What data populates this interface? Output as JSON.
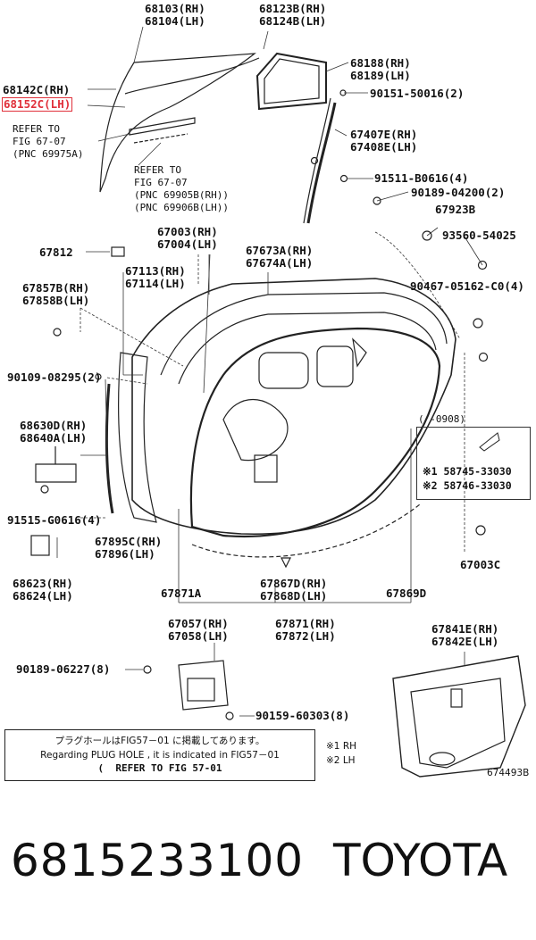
{
  "diagram": {
    "labels": {
      "l68103": "68103(RH)\n68104(LH)",
      "l68123": "68123B(RH)\n68124B(LH)",
      "l68142": "68142C(RH)",
      "l68152": "68152C(LH)",
      "refer1": "REFER TO\nFIG 67-07\n(PNC 69975A)",
      "l68188": "68188(RH)\n68189(LH)",
      "l90151": "90151-50016(2)",
      "l67407": "67407E(RH)\n67408E(LH)",
      "refer2": "REFER TO\nFIG 67-07\n(PNC 69905B(RH))\n(PNC 69906B(LH))",
      "l91511": "91511-B0616(4)",
      "l90189a": "90189-04200(2)",
      "l67923": "67923B",
      "l67003": "67003(RH)\n67004(LH)",
      "l67812": "67812",
      "l93560": "93560-54025",
      "l67673": "67673A(RH)\n67674A(LH)",
      "l67113": "67113(RH)\n67114(LH)",
      "l90467": "90467-05162-C0(4)",
      "l67857": "67857B(RH)\n67858B(LH)",
      "l90109": "90109-08295(2)",
      "l68630": "68630D(RH)\n68640A(LH)",
      "l91515": "91515-G0616(4)",
      "l67895": "67895C(RH)\n67896(LH)",
      "l68623": "68623(RH)\n68624(LH)",
      "l67003c": "67003C",
      "l67871a": "67871A",
      "l67867": "67867D(RH)\n67868D(LH)",
      "l67869": "67869D",
      "l67057": "67057(RH)\n67058(LH)",
      "l67871": "67871(RH)\n67872(LH)",
      "l67841": "67841E(RH)\n67842E(LH)",
      "l90189b": "90189-06227(8)",
      "l90159": "90159-60303(8)",
      "inset_date": "( -0908)",
      "inset_p1": "※1 58745-33030",
      "inset_p2": "※2 58746-33030",
      "fig_no": "674493B"
    },
    "note": {
      "line1": "プラグホールはFIG57－01 に掲載してあります。",
      "line2": "Regarding PLUG HOLE , it is indicated in FIG57－01",
      "line3": "(  REFER TO FIG 57-01"
    },
    "footnotes": {
      "rh": "※1 RH",
      "lh": "※2 LH"
    },
    "highlight_color": "#e0303a"
  },
  "caption": {
    "part_number": "6815233100",
    "manufacturer": "TOYOTA"
  }
}
